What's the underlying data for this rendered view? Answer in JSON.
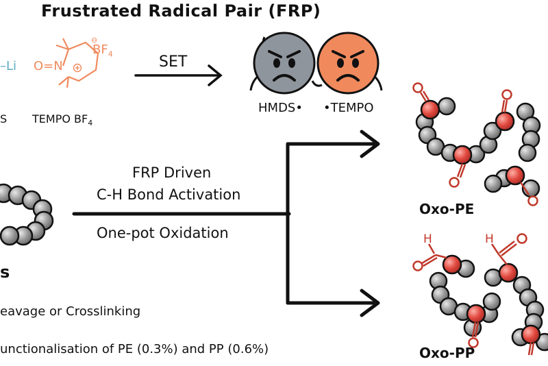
{
  "title": "Frustrated Radical Pair (FRP)",
  "reagents": {
    "li_fragment": "–Li",
    "hmds_label_cut": "S",
    "tempo_structure": "O=N",
    "bf4_anion": "BF",
    "bf4_sub": "4",
    "tempo_label": "TEMPO BF",
    "tempo_label_sub": "4"
  },
  "arrow_label": "SET",
  "radicals": {
    "hmds": "HMDS•",
    "tempo": "•TEMPO"
  },
  "process": {
    "line1": "FRP Driven",
    "line2": "C-H Bond Activation",
    "line3": "One-pot Oxidation"
  },
  "products": {
    "pe": "Oxo-PE",
    "pp": "Oxo-PP"
  },
  "left_panel": {
    "heading_cut": "s",
    "bullet1": "eavage or Crosslinking",
    "bullet2": "unctionalisation of PE (0.3%) and PP (0.6%)"
  },
  "colors": {
    "tempo_orange": "#f08a5d",
    "hmds_grey": "#8f959c",
    "oxygen_red": "#e0483e",
    "carbon_grey": "#9a9a9a",
    "li_blue": "#5aa9c2"
  }
}
